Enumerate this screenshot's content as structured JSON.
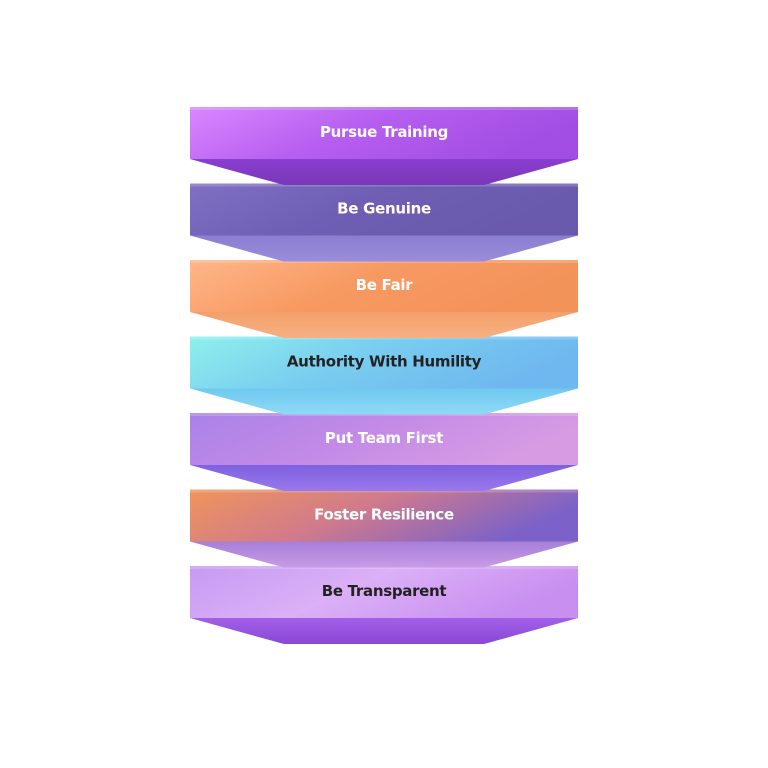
{
  "layers": [
    {
      "label": "Pursue Training",
      "text_color": "#ffffff",
      "front": [
        "#d987ff",
        "#b65ef0",
        "#a24ee4"
      ],
      "bottom": [
        "#8a3fd0",
        "#7a37b8"
      ]
    },
    {
      "label": "Be Genuine",
      "text_color": "#ffffff",
      "front": [
        "#7f70c4",
        "#6f5fb4",
        "#6a5aad"
      ],
      "bottom": [
        "#8b7dd0",
        "#9a8ddc"
      ]
    },
    {
      "label": "Be Fair",
      "text_color": "#ffffff",
      "front": [
        "#ffb68a",
        "#f79a62",
        "#f2935a"
      ],
      "bottom": [
        "#f3a06a",
        "#f7b083"
      ]
    },
    {
      "label": "Authority With Humility",
      "text_color": "#222222",
      "front": [
        "#8ef0ec",
        "#79cdef",
        "#6fb8ef"
      ],
      "bottom": [
        "#6fc9f0",
        "#8fd9f5"
      ]
    },
    {
      "label": "Put Team First",
      "text_color": "#ffffff",
      "front": [
        "#a982e8",
        "#c28ae6",
        "#d79be4"
      ],
      "bottom": [
        "#7e61df",
        "#9a78ec"
      ]
    },
    {
      "label": "Foster Resilience",
      "text_color": "#ffffff",
      "front": [
        "#f0955a",
        "#d07a8c",
        "#7c62c8"
      ],
      "bottom": [
        "#a77ed8",
        "#c79be6"
      ]
    },
    {
      "label": "Be Transparent",
      "text_color": "#222222",
      "front": [
        "#c69af2",
        "#dbb0f7",
        "#c98ff0"
      ],
      "bottom": [
        "#a260e8",
        "#8a47d6"
      ]
    }
  ]
}
